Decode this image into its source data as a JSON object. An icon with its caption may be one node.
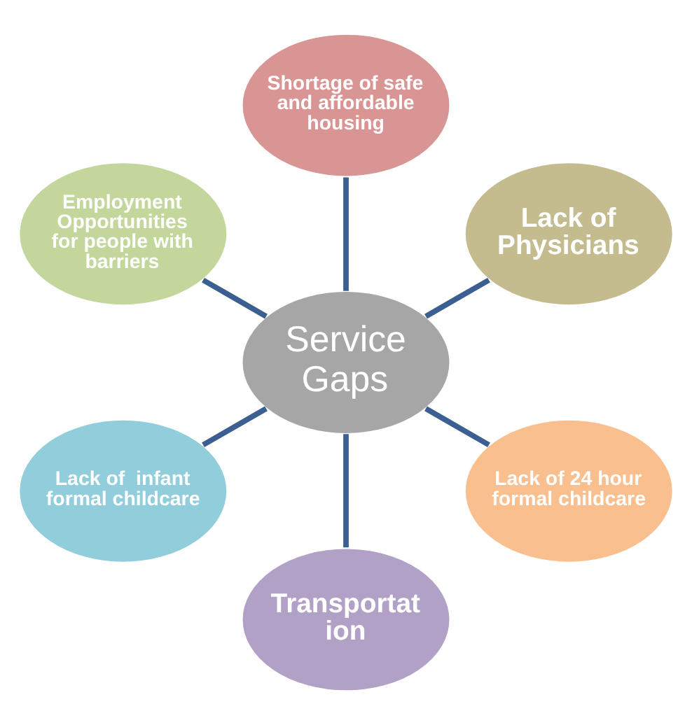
{
  "diagram": {
    "nodes": [
      {
        "text": [
          "Lack of Physicians"
        ]
      },
      {
        "text": [
          "Shortage of safe and affordable housing"
        ]
      },
      {
        "text": [
          "Employment Opportunities for people with barriers"
        ]
      },
      {
        "text": [
          "Service Gaps"
        ]
      },
      {
        "text": [
          "Lack of  infant formal childcare"
        ]
      },
      {
        "text": [
          "Transportat ion"
        ]
      },
      {
        "text": [
          "Lack of 24 hour formal childcare"
        ]
      }
    ],
    "edges": [
      {
        "from": 3,
        "to": 0,
        "arrow": "none"
      },
      {
        "from": 3,
        "to": 2,
        "arrow": "none"
      },
      {
        "from": 3,
        "to": 5,
        "arrow": "none"
      },
      {
        "from": 3,
        "to": 6,
        "arrow": "none"
      },
      {
        "from": 3,
        "to": 4,
        "arrow": "none"
      },
      {
        "from": 3,
        "to": 1,
        "arrow": "none"
      }
    ]
  }
}
